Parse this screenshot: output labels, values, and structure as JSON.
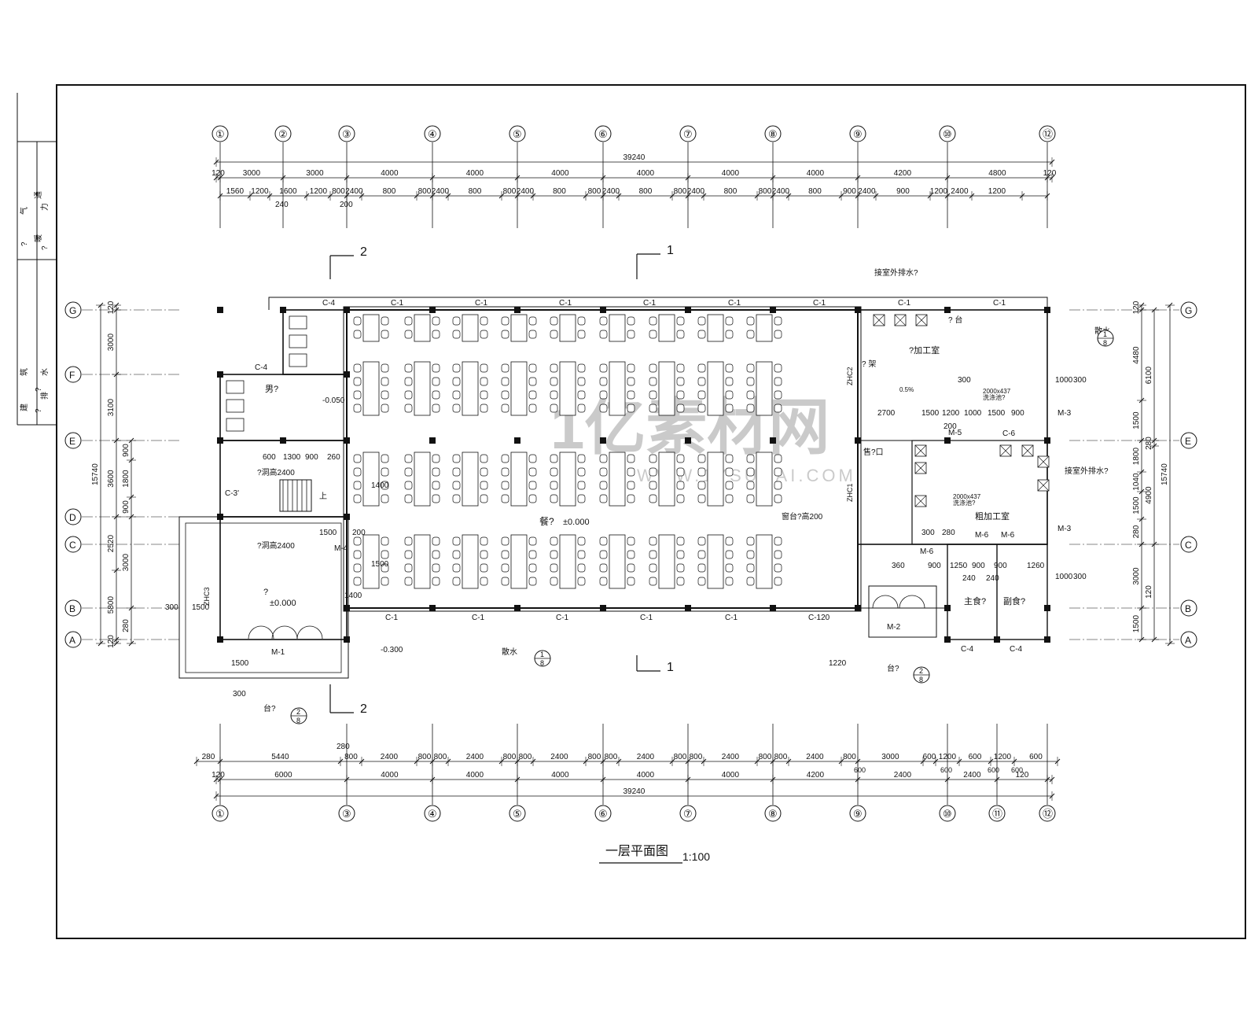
{
  "drawing": {
    "title": "一层平面图",
    "scale": "1:100",
    "watermark": "1亿素材网",
    "watermark_url": "WWW.1YSUCAI.COM"
  },
  "title_block": {
    "rows": [
      [
        "气",
        "通",
        "力"
      ],
      [
        "?",
        "暖",
        "?"
      ],
      [
        "筑",
        "?",
        "水"
      ],
      [
        "建",
        "?",
        "排"
      ]
    ]
  },
  "axes": {
    "top_numbers": [
      "1",
      "2",
      "3",
      "4",
      "5",
      "6",
      "7",
      "8",
      "9",
      "10",
      "12"
    ],
    "bottom_numbers": [
      "1",
      "3",
      "4",
      "5",
      "6",
      "7",
      "8",
      "9",
      "10",
      "11",
      "12"
    ],
    "rows": [
      "G",
      "F",
      "E",
      "D",
      "C",
      "B",
      "A"
    ],
    "right_rows": [
      "G",
      "E",
      "C",
      "B",
      "A"
    ]
  },
  "dimensions": {
    "total": "39240",
    "top_row1": [
      "120",
      "3000",
      "3000",
      "4000",
      "4000",
      "4000",
      "4000",
      "4000",
      "4000",
      "4200",
      "4800",
      "120"
    ],
    "top_row2": [
      "1560",
      "1200",
      "1600",
      "1200",
      "800",
      "2400",
      "800",
      "800",
      "2400",
      "800",
      "800",
      "2400",
      "800",
      "800",
      "2400",
      "800",
      "800",
      "2400",
      "800",
      "800",
      "2400",
      "800",
      "900",
      "2400",
      "900",
      "1200",
      "2400",
      "1200"
    ],
    "top_small": [
      "240",
      "200"
    ],
    "bottom_row1": [
      "280",
      "5440",
      "800",
      "2400",
      "800",
      "800",
      "2400",
      "800",
      "800",
      "2400",
      "800",
      "800",
      "2400",
      "800",
      "800",
      "2400",
      "800",
      "800",
      "2400",
      "800",
      "3000",
      "600",
      "1200",
      "600",
      "1200",
      "600"
    ],
    "bottom_row2": [
      "120",
      "6000",
      "4000",
      "4000",
      "4000",
      "4000",
      "4000",
      "4200",
      "2400",
      "2400",
      "120"
    ],
    "bottom_small": [
      "280",
      "600",
      "600",
      "600",
      "600"
    ],
    "left_total": "15740",
    "left_col1": [
      "120",
      "3000",
      "3100",
      "3600",
      "2520",
      "5800",
      "120"
    ],
    "left_col2": [
      "900",
      "1800",
      "900",
      "3000",
      "280"
    ],
    "right_total": "15740",
    "right_col1": [
      "120",
      "4480",
      "1500",
      "1800",
      "1040",
      "1500",
      "280",
      "3000",
      "1500"
    ],
    "right_col2": [
      "6100",
      "280",
      "4900",
      "120"
    ]
  },
  "rooms": {
    "dining": "餐?",
    "dining_level": "±0.000",
    "men_toilet": "男?",
    "toilet_level": "-0.050",
    "hall_level": "±0.000",
    "hall_label": "?",
    "processing": "?加工室",
    "coarse_processing": "粗加工室",
    "staple": "主食?",
    "side": "副食?",
    "window": "售?口",
    "counter": "窗台?高200",
    "stairs_up": "上",
    "opening1": "?洞高2400",
    "opening2": "?洞高2400",
    "outside_level": "-0.300",
    "drain1": "接室外排水?",
    "drain2": "接室外排水?",
    "apron1": "散水",
    "apron2": "散水",
    "platform1": "台?",
    "platform2": "台?",
    "top_stove": "? 台",
    "shelf": "? 架",
    "sink1": "2000x437\n洗涤池?",
    "sink2": "2000x437\n洗涤池?",
    "slope": "0.5%"
  },
  "labels": {
    "windows_top": [
      "C-4",
      "C-1",
      "C-1",
      "C-1",
      "C-1",
      "C-1",
      "C-1",
      "C-1",
      "C-1"
    ],
    "windows_bottom": [
      "C-1",
      "C-1",
      "C-1",
      "C-1",
      "C-1",
      "C-120"
    ],
    "windows_other": [
      "C-4",
      "C-3'",
      "C-6",
      "C-4",
      "C-4"
    ],
    "doors": [
      "M-1",
      "M-2",
      "M-4",
      "M-5",
      "M-6",
      "M-6",
      "M-6",
      "M-3",
      "M-3"
    ],
    "sections": [
      "1",
      "1",
      "2",
      "2"
    ],
    "zhc": [
      "ZHC2",
      "ZHC1",
      "ZHC3"
    ],
    "index_marks": [
      "1/8",
      "1/8",
      "2/8",
      "2/8"
    ],
    "room_dims": [
      "2700",
      "1500",
      "1200",
      "1000",
      "1500",
      "900",
      "600",
      "1300",
      "900",
      "260",
      "1500",
      "200",
      "1400",
      "1500",
      "1400",
      "1000",
      "300",
      "1000",
      "300",
      "300",
      "280",
      "360",
      "900",
      "1250",
      "900",
      "240",
      "900",
      "1260",
      "240",
      "200",
      "300",
      "1500",
      "300",
      "1500",
      "300",
      "1220"
    ]
  }
}
